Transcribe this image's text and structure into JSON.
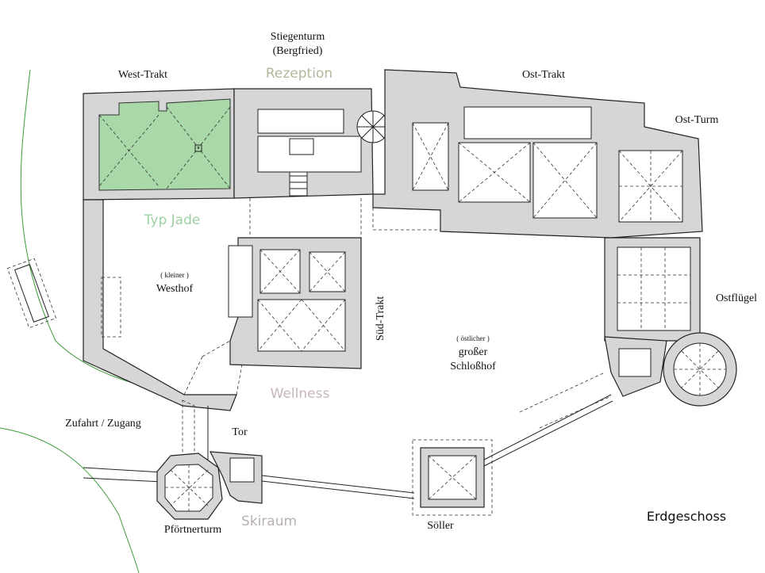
{
  "title": "Erdgeschoss",
  "labels": {
    "stiegenturm": "Stiegenturm",
    "bergfried": "(Bergfried)",
    "rezeption": "Rezeption",
    "west_trakt": "West-Trakt",
    "ost_trakt": "Ost-Trakt",
    "ost_turm": "Ost-Turm",
    "typ_jade": "Typ Jade",
    "kleiner": "( kleiner )",
    "westhof": "Westhof",
    "sued_trakt": "Süd-Trakt",
    "oestlicher": "( östlicher )",
    "grosser": "großer",
    "schlosshof": "Schloßhof",
    "ostfluegel": "Ostflügel",
    "wellness": "Wellness",
    "zufahrt": "Zufahrt / Zugang",
    "tor": "Tor",
    "pfoertnerturm": "Pförtnerturm",
    "skiraum": "Skiraum",
    "soeller": "Söller"
  },
  "colors": {
    "rezeption": "#b4b79c",
    "typ_jade": "#9fd1a4",
    "wellness": "#c7b5bd",
    "skiraum": "#b8b0b0",
    "highlight_room": "#a9d8a9",
    "walls": "#d6d6d6"
  }
}
